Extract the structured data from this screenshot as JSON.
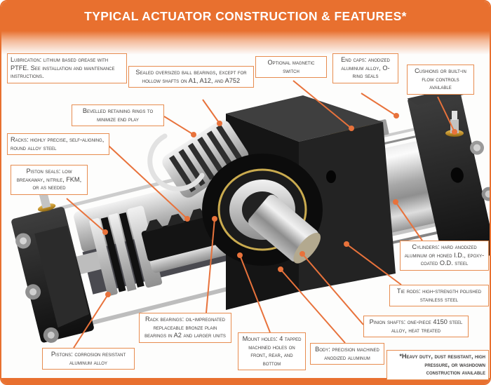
{
  "header": {
    "title": "TYPICAL ACTUATOR CONSTRUCTION & FEATURES*"
  },
  "colors": {
    "accent_orange": "#E8702F",
    "callout_border": "#E78C4F",
    "leader_line": "#E8723B",
    "callout_text": "#413F3E",
    "brass_accent": "#C79B3D",
    "title_text": "#FFFFFF"
  },
  "callouts": [
    {
      "id": "lubrication",
      "text": "Lubrication: lithium based grease with PTFE. See installation and maintenance instructions."
    },
    {
      "id": "sealed-bearings",
      "text": "Sealed oversized ball bearings, except for hollow shafts on A1, A12, and A752"
    },
    {
      "id": "magnetic-switch",
      "text": "Optional magnetic switch"
    },
    {
      "id": "end-caps",
      "text": "End caps: anodized aluminum alloy, O-ring seals"
    },
    {
      "id": "cushions",
      "text": "Cushions or built-in flow controls available"
    },
    {
      "id": "retaining-rings",
      "text": "Bevelled retaining rings to minimize end play"
    },
    {
      "id": "racks",
      "text": "Racks: highly precise, self-aligning, round alloy steel"
    },
    {
      "id": "piston-seals",
      "text": "Piston seals: low breakaway, nitrile, FKM, or as needed"
    },
    {
      "id": "cylinders",
      "text": "Cylinders: hard anodized aluminum or honed I.D., epoxy-coated O.D. steel"
    },
    {
      "id": "tie-rods",
      "text": "Tie rods: high-strength polished stainless steel"
    },
    {
      "id": "pinion-shafts",
      "text": "Pinion shafts: one-piece 4150 steel alloy, heat treated"
    },
    {
      "id": "rack-bearings",
      "text": "Rack bearings: oil-impregnated replaceable bronze plain bearings in A2 and larger units"
    },
    {
      "id": "mount-holes",
      "text": "Mount holes: 4 tapped machined holes on front, rear, and bottom"
    },
    {
      "id": "body",
      "text": "Body: precision machined anodized aluminum"
    },
    {
      "id": "pistons",
      "text": "Pistons: corrosion resistant aluminum alloy"
    },
    {
      "id": "footnote",
      "text": "*Heavy duty, dust resistant, high pressure, or washdown construction available"
    }
  ],
  "illustration": {
    "parts": [
      "left-end-cap",
      "piston",
      "piston-seals",
      "rack",
      "rack-bearing",
      "retaining-ring",
      "ball-bearing-cage",
      "pinion-bearing",
      "pinion-shaft",
      "actuator-body",
      "magnetic-switch",
      "right-cylinder",
      "tie-rods",
      "right-end-cap",
      "cushion-screws"
    ]
  }
}
